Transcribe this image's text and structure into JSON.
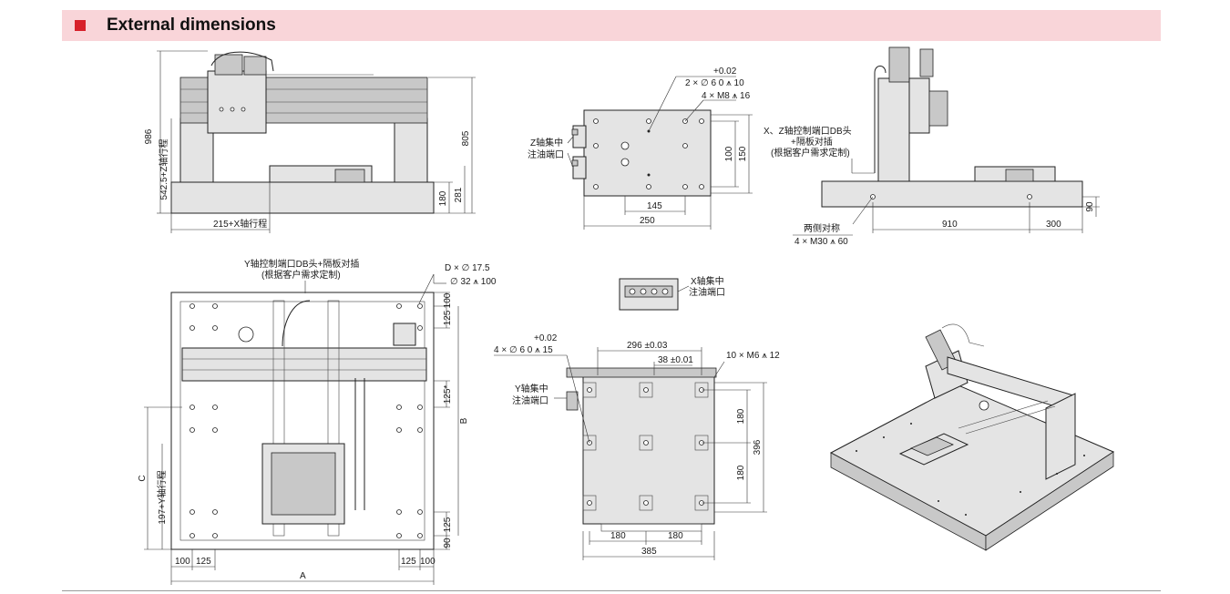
{
  "header": {
    "title": "External dimensions",
    "accent_color": "#d7202a",
    "band_color": "#f9d5d9"
  },
  "front_view": {
    "dim_986": "986",
    "dim_z_stroke": "542.5+Z轴行程",
    "dim_805": "805",
    "dim_180": "180",
    "dim_281": "281",
    "dim_x_stroke": "215+X轴行程"
  },
  "z_plate_view": {
    "tol": "+0.02",
    "note_holes": "2 × ∅ 6 0 ⩚ 10",
    "note_m8": "4 × M8 ⩚ 16",
    "label_line1": "Z轴集中",
    "label_line2": "注油端口",
    "dim_100": "100",
    "dim_150": "150",
    "dim_145": "145",
    "dim_250": "250"
  },
  "side_view": {
    "note_line1": "X、Z轴控制端口DB头",
    "note_line2": "+隔板对插",
    "note_line3": "(根据客户需求定制)",
    "note_both": "两侧对称",
    "note_m30": "4 × M30 ⩚ 60",
    "dim_910": "910",
    "dim_300": "300",
    "dim_90": "90"
  },
  "top_view": {
    "note_line1": "Y轴控制端口DB头+隔板对插",
    "note_line2": "(根据客户需求定制)",
    "note_d": "D × ∅ 17.5",
    "note_cb": "∅ 32 ⩚ 100",
    "dim_100_a": "100",
    "dim_125_a": "125",
    "dim_125_star": "125*",
    "dim_b": "B",
    "dim_c": "C",
    "dim_y_stroke": "197+Y轴行程",
    "dim_125_b": "125",
    "dim_90": "90",
    "dim_100_l": "100",
    "dim_125_l": "125",
    "dim_125_r": "125",
    "dim_100_r": "100",
    "dim_a": "A"
  },
  "x_port_view": {
    "label_line1": "X轴集中",
    "label_line2": "注油端口"
  },
  "y_plate_view": {
    "tol": "+0.02",
    "note_holes": "4 × ∅ 6 0 ⩚ 15",
    "dim_296": "296 ±0.03",
    "dim_38": "38 ±0.01",
    "note_m6": "10 × M6 ⩚ 12",
    "label_line1": "Y轴集中",
    "label_line2": "注油端口",
    "dim_180_v1": "180",
    "dim_396": "396",
    "dim_180_v2": "180",
    "dim_180_h1": "180",
    "dim_180_h2": "180",
    "dim_385": "385"
  }
}
